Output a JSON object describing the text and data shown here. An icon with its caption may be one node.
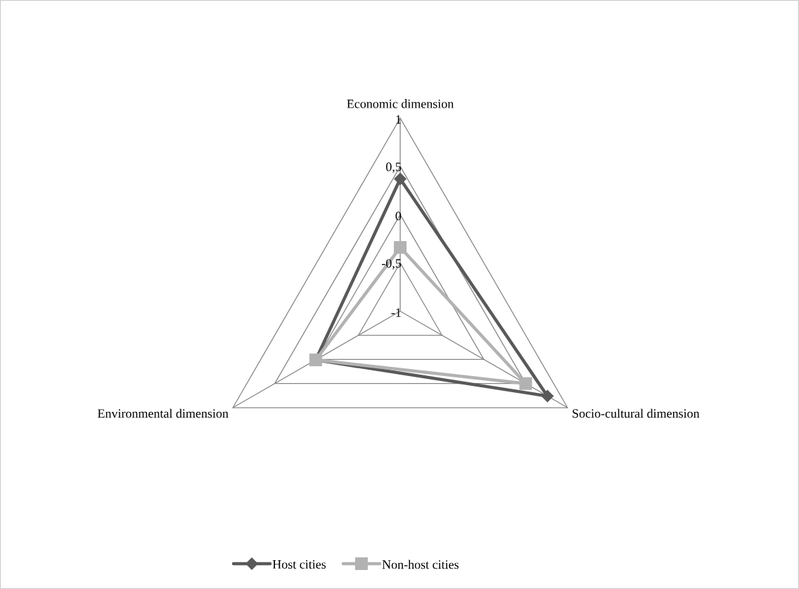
{
  "diagram": {
    "chart_data": {
      "type": "radar",
      "categories": [
        "Economic dimension",
        "Socio-cultural dimension",
        "Environmental dimension"
      ],
      "ylim": [
        -1,
        1
      ],
      "legend": true,
      "yticks": [
        {
          "value": -1,
          "label": "-1"
        },
        {
          "value": -0.5,
          "label": "-0,5"
        },
        {
          "value": 0,
          "label": "0"
        },
        {
          "value": 0.5,
          "label": "0,5"
        },
        {
          "value": 1,
          "label": "1"
        }
      ],
      "series": [
        {
          "name": "Host cities",
          "color": "#595959",
          "marker": "diamond",
          "values": [
            0.37,
            0.76,
            0.01
          ]
        },
        {
          "name": "Non-host cities",
          "color": "#b2b2b2",
          "marker": "square",
          "values": [
            -0.34,
            0.5,
            0.01
          ]
        }
      ]
    }
  }
}
